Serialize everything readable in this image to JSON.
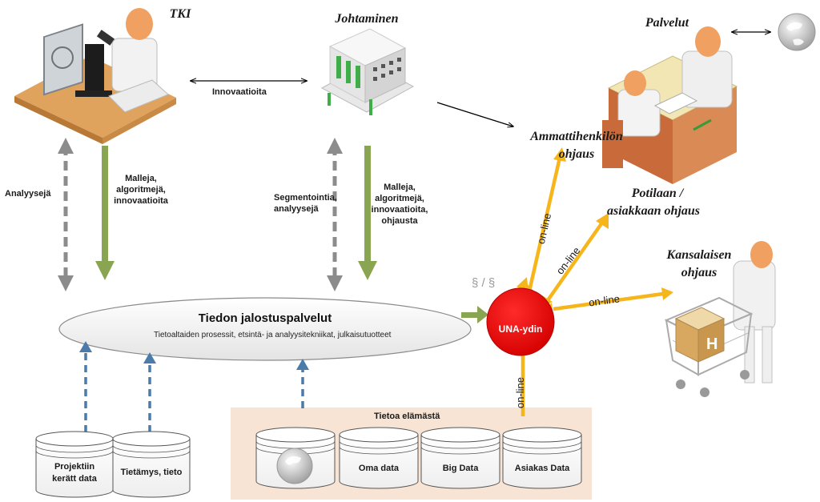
{
  "actors": {
    "tki": "TKI",
    "johtaminen": "Johtaminen",
    "palvelut": "Palvelut",
    "ammatti": [
      "Ammattihenkilön",
      "ohjaus"
    ],
    "potilas": [
      "Potilaan /",
      "asiakkaan ohjaus"
    ],
    "kansalainen": [
      "Kansalaisen",
      "ohjaus"
    ]
  },
  "labels": {
    "innovaatioita": "Innovaatioita",
    "analyysejä": "Analyysejä",
    "tki_down": [
      "Malleja,",
      "algoritmejä,",
      "innovaatioita"
    ],
    "segmentointia": [
      "Segmentointia,",
      "analyysejä"
    ],
    "johto_down": [
      "Malleja,",
      "algoritmejä,",
      "innovaatioita,",
      "ohjausta"
    ],
    "section_sign": "§ / §",
    "online": "on-line"
  },
  "core": {
    "title": "Tiedon jalostuspalvelut",
    "subtitle": "Tietoaltaiden prosessit, etsintä- ja analyysitekniikat, julkaisutuotteet",
    "una": "UNA-ydin"
  },
  "data_sources": {
    "group_title": "Tietoa elämästä",
    "left_cylinders": [
      {
        "lines": [
          "Projektiin",
          "kerätt data"
        ]
      },
      {
        "lines": [
          "Tietämys, tieto"
        ]
      }
    ],
    "group_cylinders": [
      {
        "lines": []
      },
      {
        "lines": [
          "Oma data"
        ]
      },
      {
        "lines": [
          "Big Data"
        ]
      },
      {
        "lines": [
          "Asiakas Data"
        ]
      }
    ]
  },
  "colors": {
    "green_arrow": "#8aa551",
    "blue_dash": "#4a7bab",
    "grey_dash": "#8c8c8c",
    "orange": "#f6b51a",
    "una_red": "#e30613",
    "panel": "#f8e4d4"
  }
}
